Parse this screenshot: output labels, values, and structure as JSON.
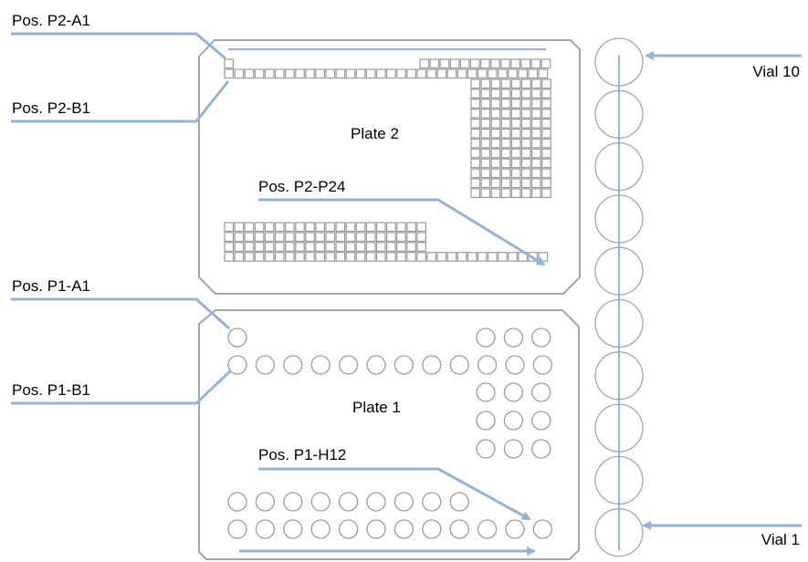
{
  "labels": {
    "pos_p2_a1": "Pos. P2-A1",
    "pos_p2_b1": "Pos. P2-B1",
    "pos_p2_p24": "Pos. P2-P24",
    "plate_2": "Plate 2",
    "pos_p1_a1": "Pos. P1-A1",
    "pos_p1_b1": "Pos. P1-B1",
    "pos_p1_h12": "Pos. P1-H12",
    "plate_1": "Plate 1",
    "vial_10": "Vial 10",
    "vial_1": "Vial 1"
  },
  "colors": {
    "leader": "#94b3db",
    "outline": "#a6a6a6",
    "well": "#9a9a9a",
    "axis": "#7f9fd0",
    "text": "#000000"
  },
  "vials": {
    "count": 10,
    "first": "Vial 1",
    "last": "Vial 10"
  }
}
